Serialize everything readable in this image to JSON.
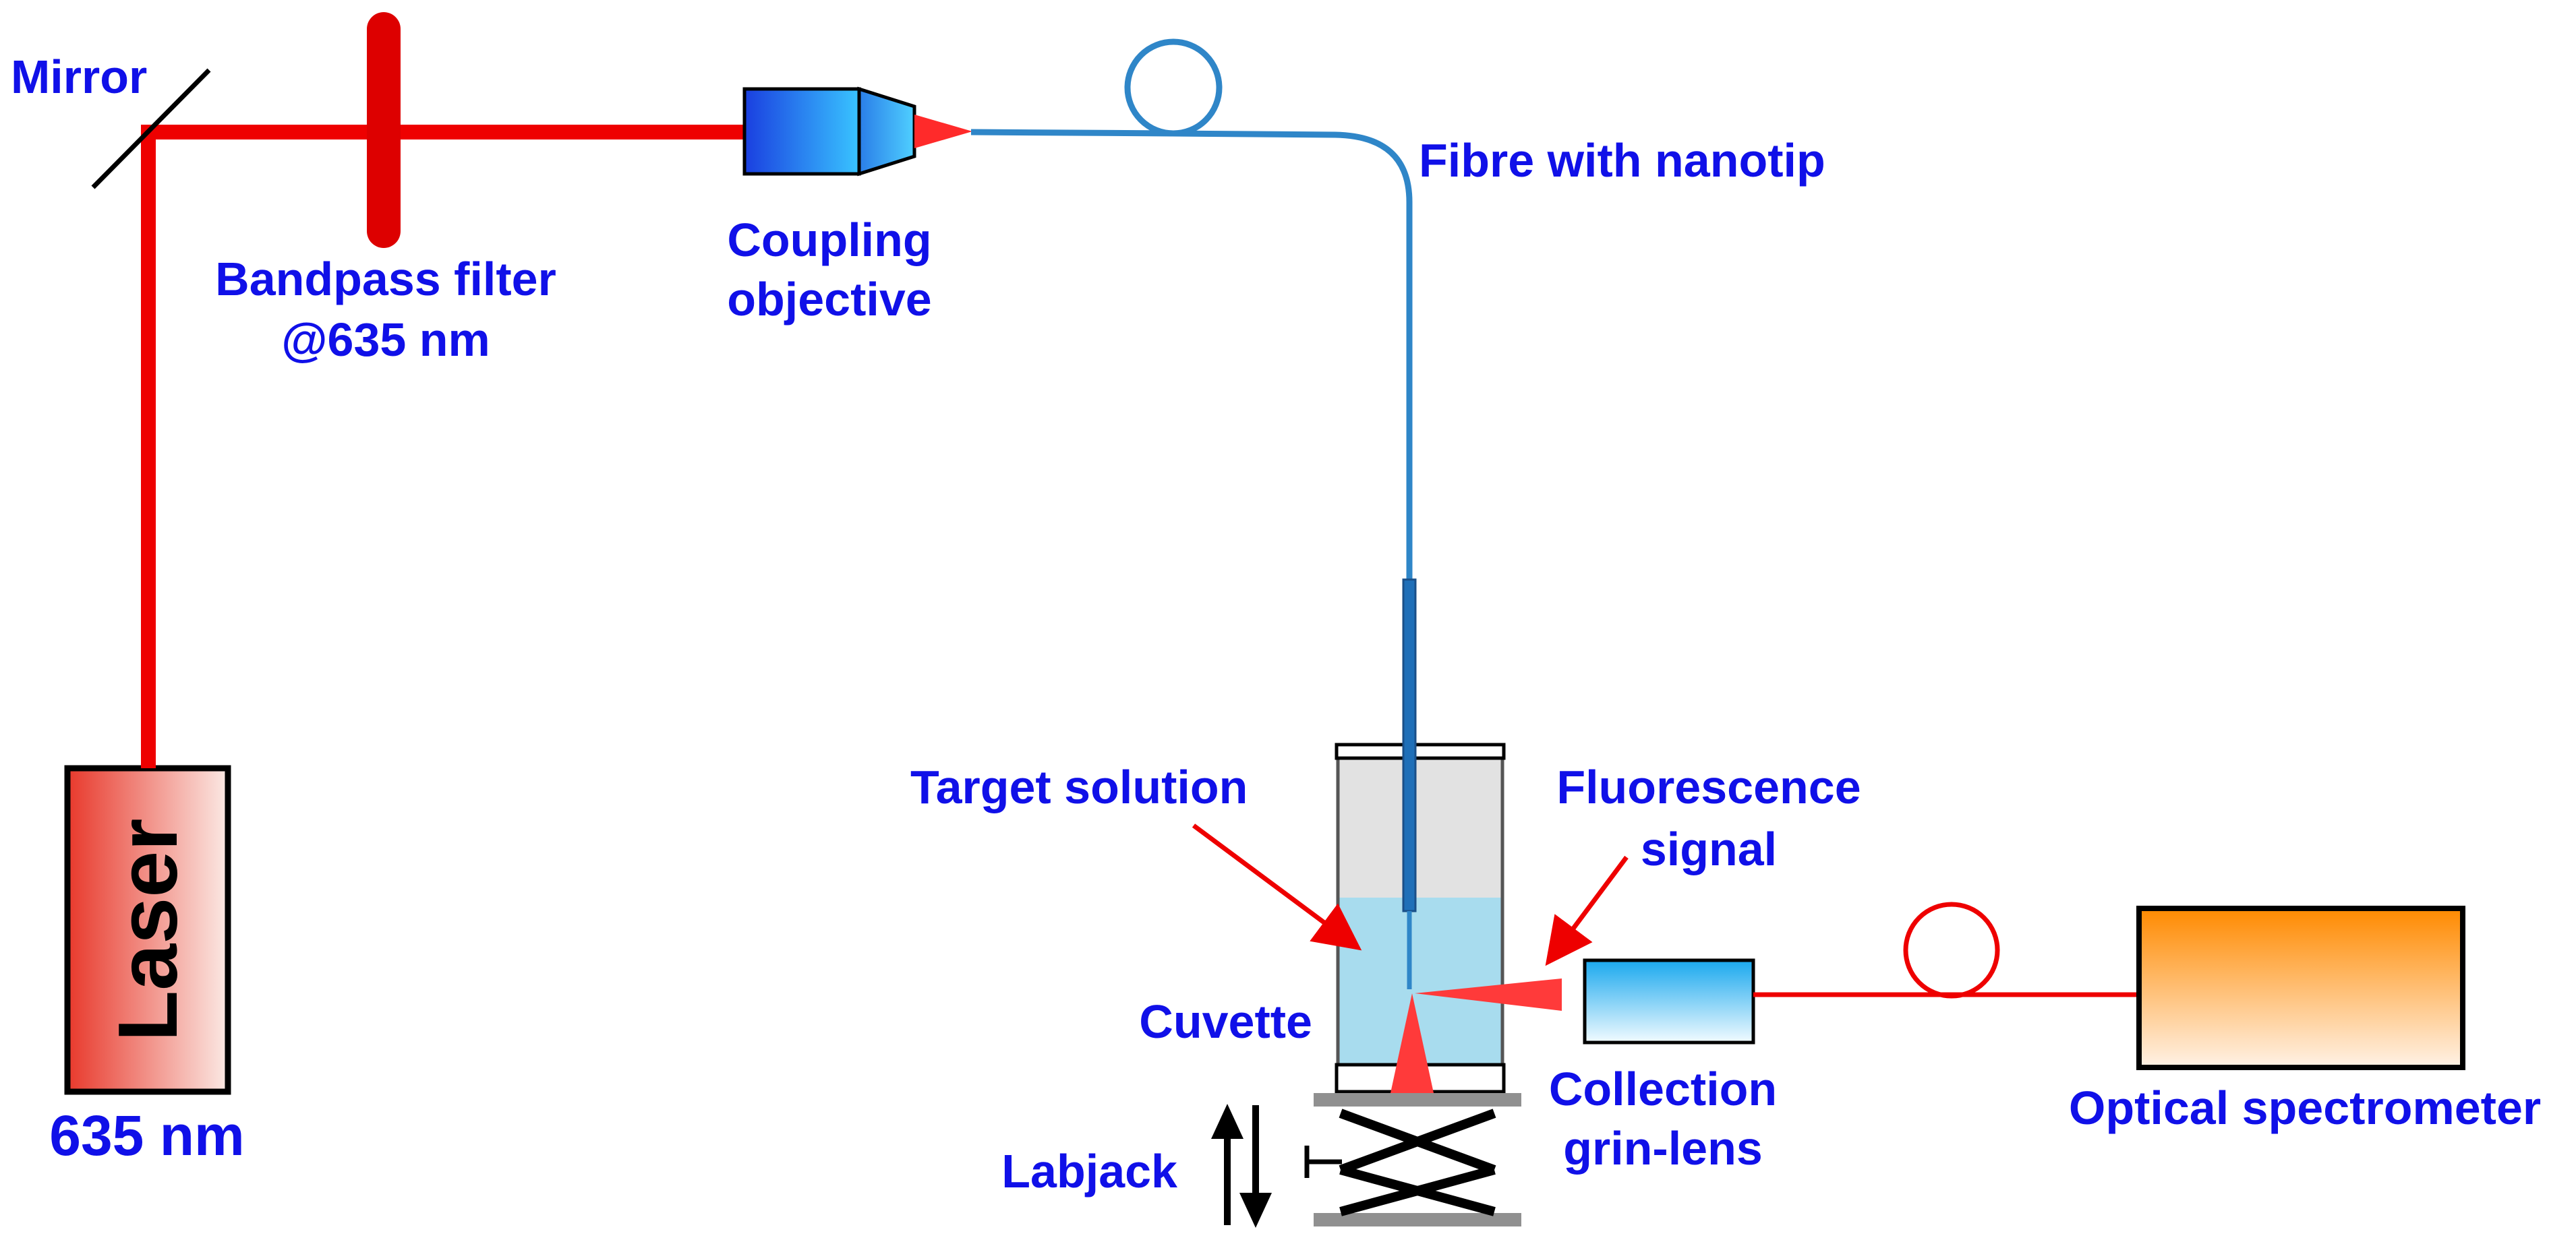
{
  "labels": {
    "mirror": "Mirror",
    "bandpass_line1": "Bandpass filter",
    "bandpass_line2": "@635 nm",
    "coupling_line1": "Coupling",
    "coupling_line2": "objective",
    "fibre": "Fibre with nanotip",
    "laser": "Laser",
    "wavelength": "635 nm",
    "target_solution": "Target solution",
    "fluorescence_line1": "Fluorescence",
    "fluorescence_line2": "signal",
    "cuvette": "Cuvette",
    "collection_line1": "Collection",
    "collection_line2": "grin-lens",
    "labjack": "Labjack",
    "spectrometer": "Optical spectrometer"
  },
  "colors": {
    "label_text": "#1010e8",
    "laser_beam": "#ee0000",
    "fibre": "#2f86c8",
    "arrow": "#ee0000",
    "solution": "#a8dcee",
    "cuvette_air": "#e2e2e2",
    "spectrometer": "#ff8a00",
    "laser_box": "#e8392c"
  }
}
